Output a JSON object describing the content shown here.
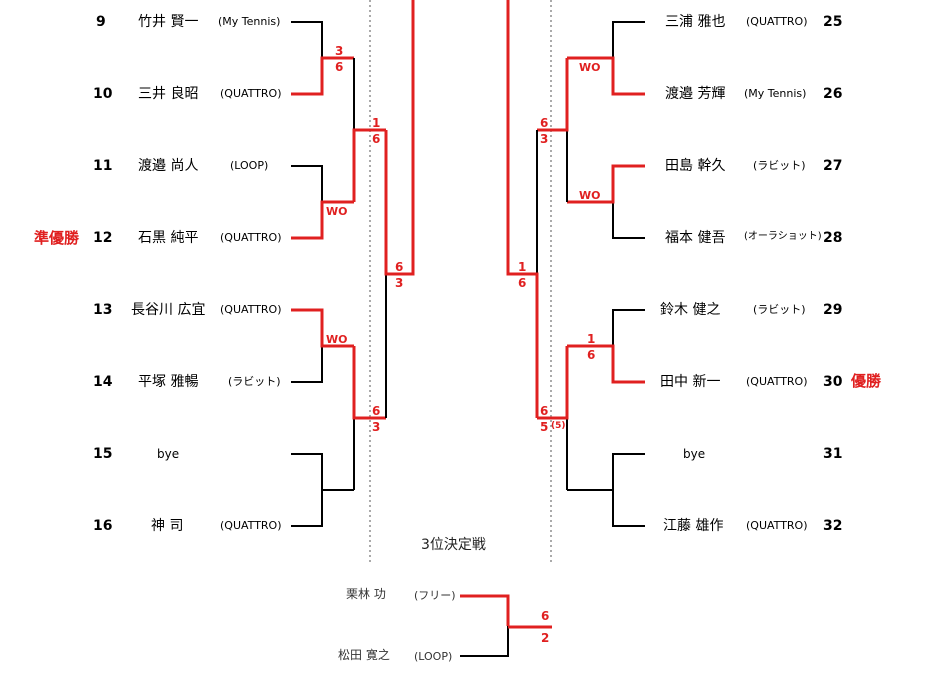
{
  "left_players": [
    {
      "seed": "9",
      "name": "竹井 賢一",
      "club": "(My Tennis)"
    },
    {
      "seed": "10",
      "name": "三井 良昭",
      "club": "(QUATTRO)"
    },
    {
      "seed": "11",
      "name": "渡邉 尚人",
      "club": "(LOOP)"
    },
    {
      "seed": "12",
      "name": "石黒 純平",
      "club": "(QUATTRO)"
    },
    {
      "seed": "13",
      "name": "長谷川 広宜",
      "club": "(QUATTRO)"
    },
    {
      "seed": "14",
      "name": "平塚 雅暢",
      "club": "(ラビット)"
    },
    {
      "seed": "15",
      "name": "bye",
      "club": ""
    },
    {
      "seed": "16",
      "name": "神 司",
      "club": "(QUATTRO)"
    }
  ],
  "right_players": [
    {
      "seed": "25",
      "name": "三浦 雅也",
      "club": "(QUATTRO)"
    },
    {
      "seed": "26",
      "name": "渡邉 芳輝",
      "club": "(My Tennis)"
    },
    {
      "seed": "27",
      "name": "田島 幹久",
      "club": "(ラビット)"
    },
    {
      "seed": "28",
      "name": "福本 健吾",
      "club": "(オーラショット)"
    },
    {
      "seed": "29",
      "name": "鈴木 健之",
      "club": "(ラビット)"
    },
    {
      "seed": "30",
      "name": "田中 新一",
      "club": "(QUATTRO)"
    },
    {
      "seed": "31",
      "name": "bye",
      "club": ""
    },
    {
      "seed": "32",
      "name": "江藤 雄作",
      "club": "(QUATTRO)"
    }
  ],
  "labels": {
    "runner_up": "準優勝",
    "winner": "優勝",
    "third_place": "3位決定戦"
  },
  "scores": {
    "l_r1_a": [
      "3",
      "6"
    ],
    "l_r1_b": "WO",
    "l_r1_c": "WO",
    "l_r2_a": [
      "1",
      "6"
    ],
    "l_r2_b": [
      "6",
      "3"
    ],
    "l_r3": [
      "6",
      "3"
    ],
    "r_r1_a": "WO",
    "r_r1_b": "WO",
    "r_r1_c": [
      "1",
      "6"
    ],
    "r_r2_a": [
      "6",
      "3"
    ],
    "r_r2_b": [
      "6",
      "5"
    ],
    "r_r2_b_tb": "(5)",
    "r_r3": [
      "1",
      "6"
    ],
    "third": [
      "6",
      "2"
    ]
  },
  "third_place_players": [
    {
      "name": "栗林 功",
      "club": "(フリー)"
    },
    {
      "name": "松田 寛之",
      "club": "(LOOP)"
    }
  ],
  "colors": {
    "win": "#e02020",
    "line": "#000000"
  }
}
